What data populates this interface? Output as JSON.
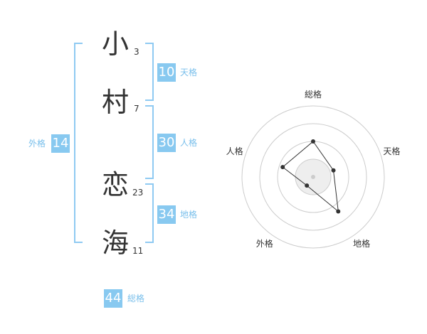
{
  "name_chars": [
    {
      "char": "小",
      "strokes": "3"
    },
    {
      "char": "村",
      "strokes": "7"
    },
    {
      "char": "恋",
      "strokes": "23"
    },
    {
      "char": "海",
      "strokes": "11"
    }
  ],
  "scores": {
    "tenkaku": {
      "value": "10",
      "label": "天格"
    },
    "jinkaku": {
      "value": "30",
      "label": "人格"
    },
    "chikaku": {
      "value": "34",
      "label": "地格"
    },
    "gaikaku": {
      "value": "14",
      "label": "外格"
    },
    "soukaku": {
      "value": "44",
      "label": "総格"
    }
  },
  "colors": {
    "accent": "#88c9f0",
    "bracket": "#8fcaf2",
    "text": "#333333"
  },
  "chart_data": {
    "type": "radar",
    "axes": [
      "総格",
      "天格",
      "地格",
      "外格",
      "人格"
    ],
    "values": [
      0.5,
      0.3,
      0.6,
      0.15,
      0.45
    ],
    "rings": 4,
    "grid": true
  }
}
